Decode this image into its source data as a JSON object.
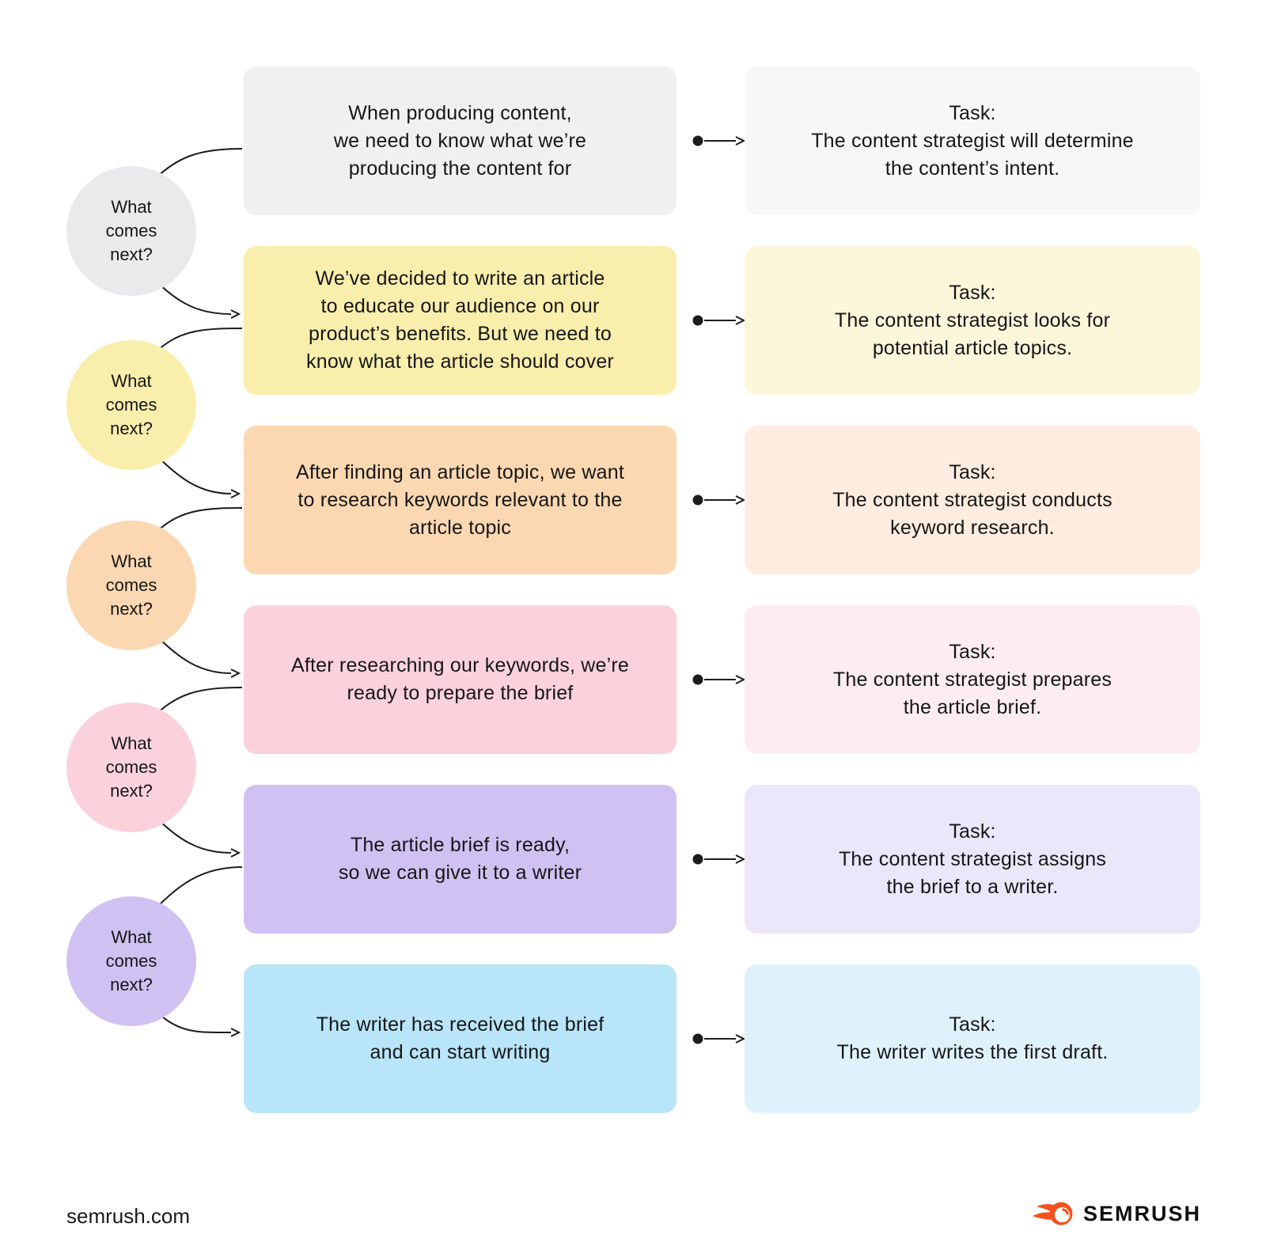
{
  "diagram": {
    "line_color": "#1c1c1c",
    "circle_label": "What\ncomes\nnext?",
    "circles": [
      {
        "color": "#eaeaec"
      },
      {
        "color": "#f9eeac"
      },
      {
        "color": "#fbd8b1"
      },
      {
        "color": "#fbd2dc"
      },
      {
        "color": "#cfc2f2"
      }
    ],
    "rows": [
      {
        "statement": "When producing content,\nwe need to know what we’re\nproducing the content for",
        "task_label": "Task:",
        "task_text": "The content strategist will determine\nthe content’s intent.",
        "box_color": "#f0f0f1",
        "task_color": "#f7f7f8"
      },
      {
        "statement": "We’ve decided to write an article\nto educate our audience on our\nproduct’s benefits. But we need to\nknow what the article should cover",
        "task_label": "Task:",
        "task_text": "The content strategist looks for\npotential article topics.",
        "box_color": "#f9eeac",
        "task_color": "#fcf6da"
      },
      {
        "statement": "After finding an article topic, we want\nto research keywords relevant to the\narticle topic",
        "task_label": "Task:",
        "task_text": "The content strategist conducts\nkeyword research.",
        "box_color": "#fbd8b1",
        "task_color": "#fdecdf"
      },
      {
        "statement": "After researching our keywords, we’re\nready to prepare the brief",
        "task_label": "Task:",
        "task_text": "The content strategist prepares\nthe article brief.",
        "box_color": "#fbd2dc",
        "task_color": "#fdedf1"
      },
      {
        "statement": "The article brief is ready,\nso we can give it to a writer",
        "task_label": "Task:",
        "task_text": "The content strategist assigns\nthe brief to a writer.",
        "box_color": "#cfc2f2",
        "task_color": "#ece6fa"
      },
      {
        "statement": "The writer has received the brief\nand can start writing",
        "task_label": "Task:",
        "task_text": "The writer writes the first draft.",
        "box_color": "#b9e5f9",
        "task_color": "#dff2fb"
      }
    ]
  },
  "footer": {
    "website": "semrush.com"
  },
  "brand": {
    "name": "SEMRUSH",
    "orange": "#f4511e",
    "text_color": "#111111"
  }
}
